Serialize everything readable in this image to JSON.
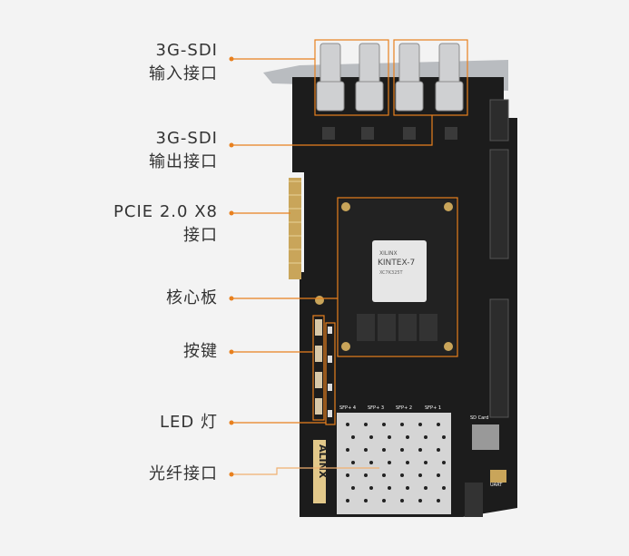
{
  "labels": {
    "sdi_in": [
      "3G-SDI",
      "输入接口"
    ],
    "sdi_out": [
      "3G-SDI",
      "输出接口"
    ],
    "pcie": [
      "PCIE 2.0 X8",
      "接口"
    ],
    "core_board": "核心板",
    "buttons": "按键",
    "led": "LED 灯",
    "fiber": "光纤接口"
  },
  "board": {
    "chip_brand": "XILINX",
    "chip_family": "KINTEX-7",
    "chip_part": "XC7K325T",
    "logo": "ALINX",
    "sfp_labels": [
      "SFP+ 4",
      "SFP+ 3",
      "SFP+ 2",
      "SFP+ 1"
    ],
    "sd_label": "SD Card",
    "uart_label": "UART"
  },
  "colors": {
    "accent": "#e8801e",
    "pcb": "#1c1c1c",
    "background": "#f3f3f3",
    "text": "#333333"
  }
}
